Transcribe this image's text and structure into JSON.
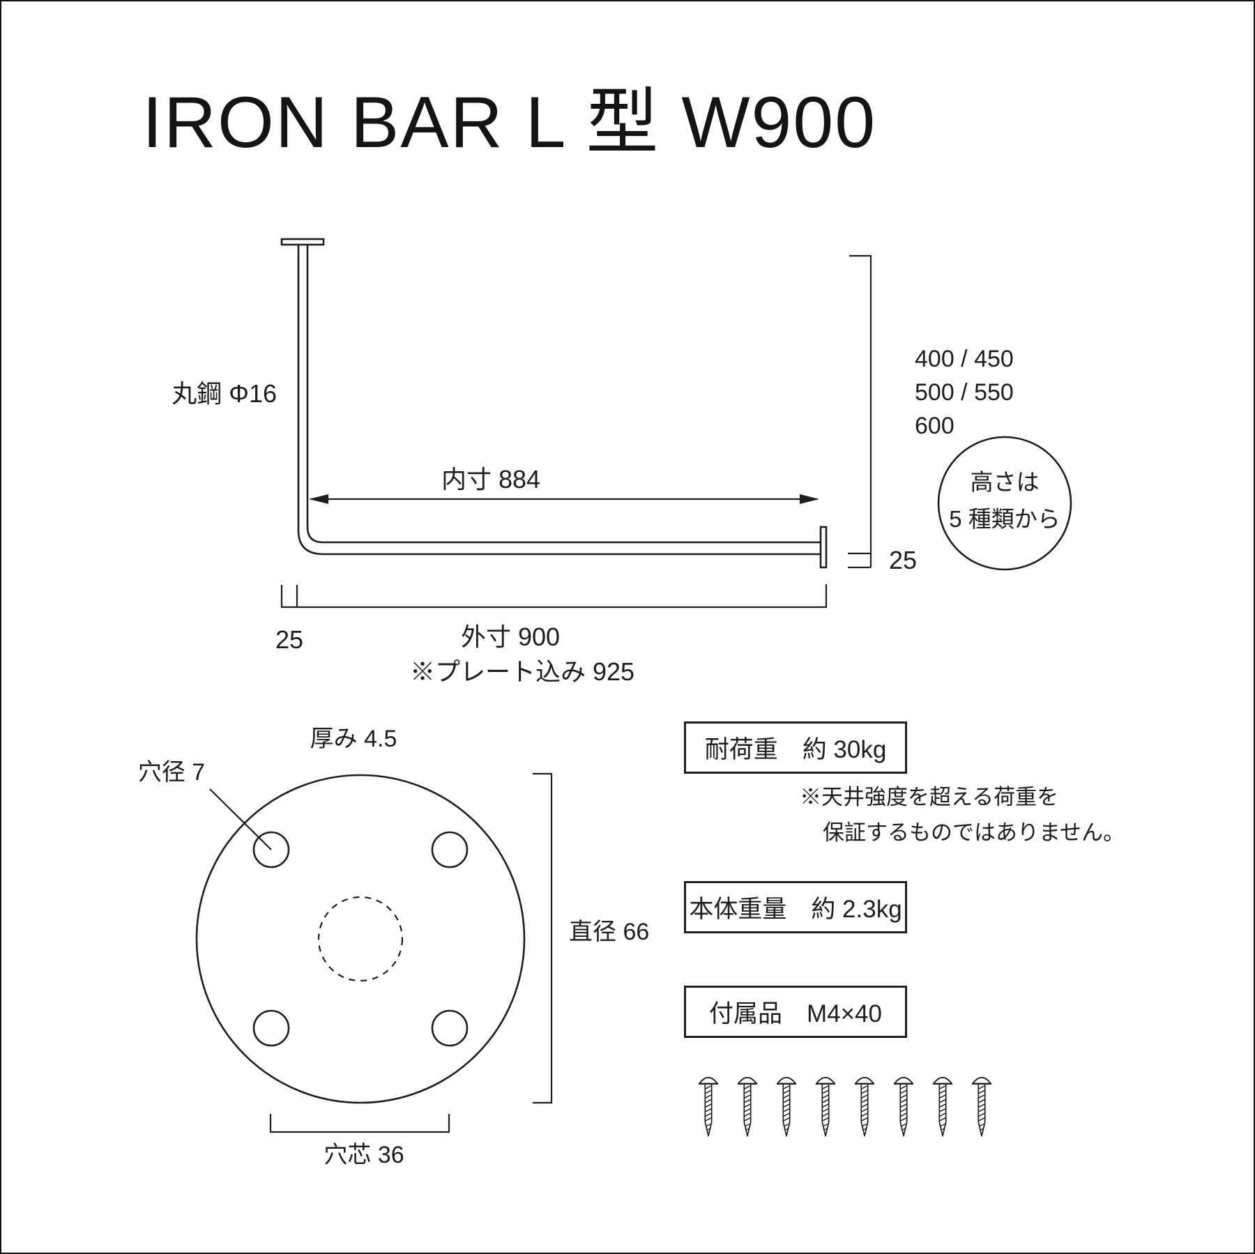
{
  "title": "IRON BAR L 型 W900",
  "colors": {
    "ink": "#1d1d1b",
    "background": "#ffffff"
  },
  "top_diagram": {
    "rod_label": "丸鋼 Φ16",
    "inner_dim_label": "内寸 884",
    "height_options": [
      "400 / 450",
      "500 / 550",
      "600"
    ],
    "plate_offset_right": "25",
    "plate_offset_left": "25",
    "outer_dim_label": "外寸 900",
    "outer_dim_note": "※プレート込み 925",
    "height_bubble": {
      "line1": "高さは",
      "line2": "5 種類から"
    }
  },
  "flange_diagram": {
    "thickness_label": "厚み 4.5",
    "hole_diameter_label": "穴径 7",
    "diameter_label": "直径 66",
    "hole_pitch_label": "穴芯 36"
  },
  "spec_boxes": {
    "load_capacity": "耐荷重　約 30kg",
    "load_note_line1": "※天井強度を超える荷重を",
    "load_note_line2": "保証するものではありません。",
    "body_weight": "本体重量　約 2.3kg",
    "accessories": "付属品　M4×40"
  },
  "screws": {
    "count": 8
  }
}
